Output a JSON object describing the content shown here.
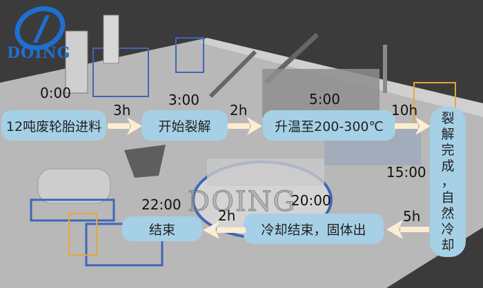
{
  "brand": {
    "logo_text": "DOING",
    "watermark": "DOING",
    "logo_color": "#1f6fd0"
  },
  "colors": {
    "box_fill": "#a6d0e6",
    "arrow_fill": "#fbedd3",
    "text": "#222222",
    "background_dark": "#3b3b3b",
    "floor": "#b9b9b9"
  },
  "process": {
    "steps": [
      {
        "id": "feed",
        "label": "12吨废轮胎进料",
        "time": "0:00"
      },
      {
        "id": "start",
        "label": "开始裂解",
        "time": "3:00"
      },
      {
        "id": "heat",
        "label": "升温至200-300℃",
        "time": "5:00"
      },
      {
        "id": "cool",
        "label_chars": [
          "裂",
          "解",
          "完",
          "成",
          "，",
          "自",
          "然",
          "冷",
          "却"
        ],
        "label": "裂解完成，自然冷却",
        "time": "15:00"
      },
      {
        "id": "solid",
        "label": "冷却结束，固体出",
        "time": "20:00"
      },
      {
        "id": "end",
        "label": "结束",
        "time": "22:00"
      }
    ],
    "durations": [
      "3h",
      "2h",
      "10h",
      "5h",
      "2h"
    ]
  }
}
